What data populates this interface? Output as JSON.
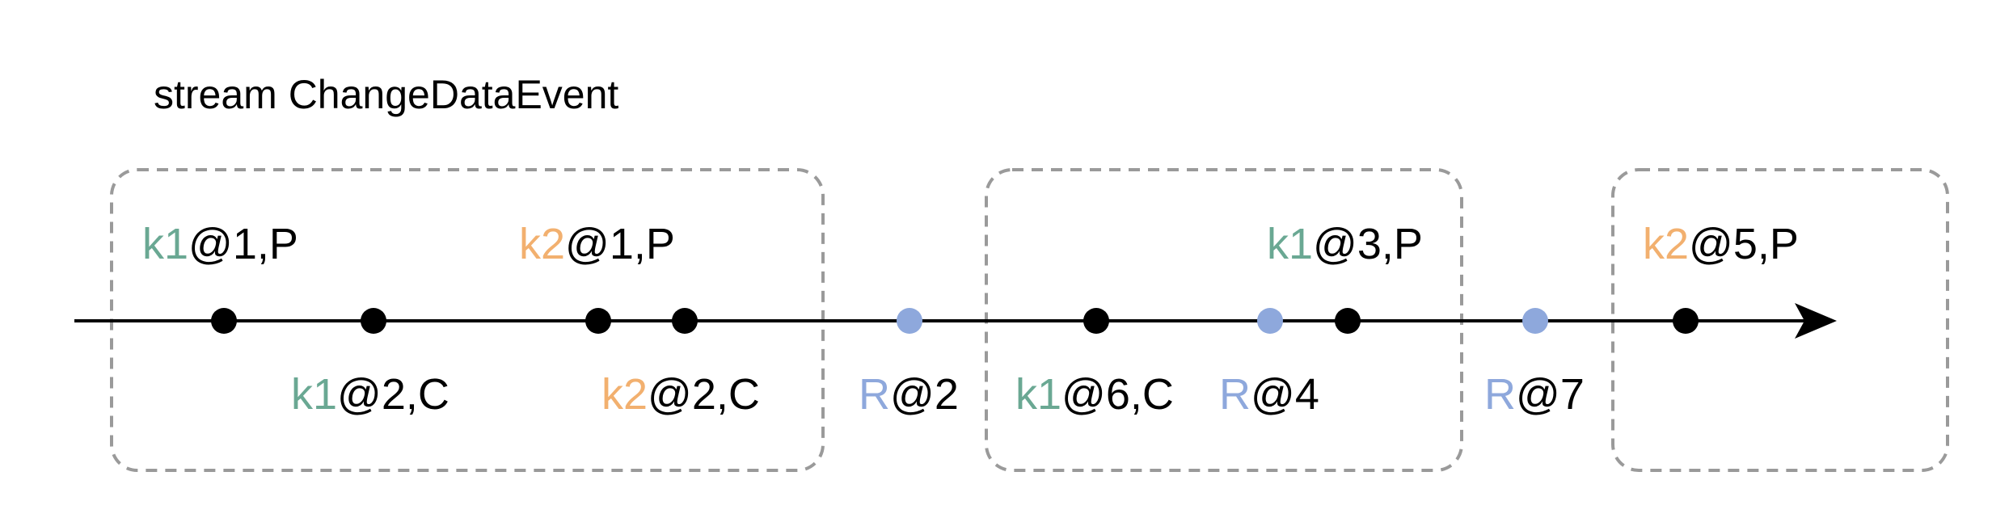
{
  "title": "stream ChangeDataEvent",
  "colors": {
    "k1": "#6aa893",
    "k2": "#f2b06f",
    "R": "#8ea8dc",
    "event_dot": "#000000",
    "barrier_dot": "#8ea8dc",
    "box_border": "#9a9a9a"
  },
  "event_labels": [
    {
      "key": "k1",
      "rest": "@1,P"
    },
    {
      "key": "k1",
      "rest": "@2,C"
    },
    {
      "key": "k2",
      "rest": "@1,P"
    },
    {
      "key": "k2",
      "rest": "@2,C"
    },
    {
      "key": "R",
      "rest": "@2"
    },
    {
      "key": "k1",
      "rest": "@6,C"
    },
    {
      "key": "R",
      "rest": "@4"
    },
    {
      "key": "k1",
      "rest": "@3,P"
    },
    {
      "key": "R",
      "rest": "@7"
    },
    {
      "key": "k2",
      "rest": "@5,P"
    }
  ]
}
